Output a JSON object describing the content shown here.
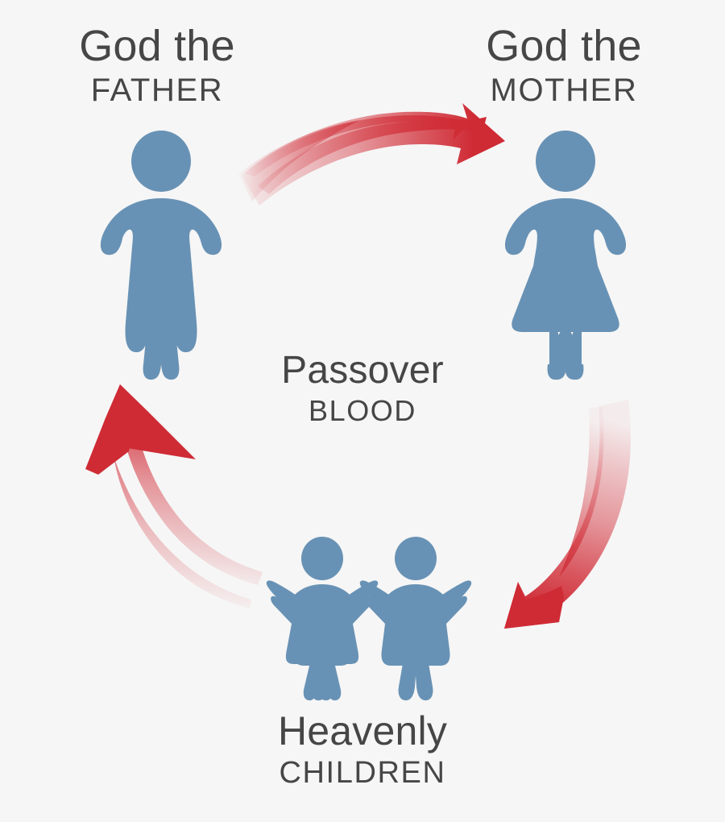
{
  "diagram": {
    "title": "Passover Blood cycle",
    "background_color": "#f6f6f6",
    "figure_color": "#6892b5",
    "arrow_color": "#d12e38",
    "text_color": "#464646"
  },
  "nodes": {
    "father": {
      "line1": "God the",
      "line2": "FATHER",
      "icon": "male-figure-icon"
    },
    "mother": {
      "line1": "God the",
      "line2": "MOTHER",
      "icon": "female-figure-icon"
    },
    "children": {
      "line1": "Heavenly",
      "line2": "CHILDREN",
      "icon": "two-children-figure-icon"
    }
  },
  "center": {
    "line1": "Passover",
    "line2": "BLOOD"
  },
  "arrows": [
    {
      "name": "arrow-father-to-mother",
      "from": "father",
      "to": "mother",
      "direction": "top-clockwise"
    },
    {
      "name": "arrow-mother-to-children",
      "from": "mother",
      "to": "children",
      "direction": "right-clockwise"
    },
    {
      "name": "arrow-children-to-father",
      "from": "children",
      "to": "father",
      "direction": "left-clockwise"
    }
  ]
}
